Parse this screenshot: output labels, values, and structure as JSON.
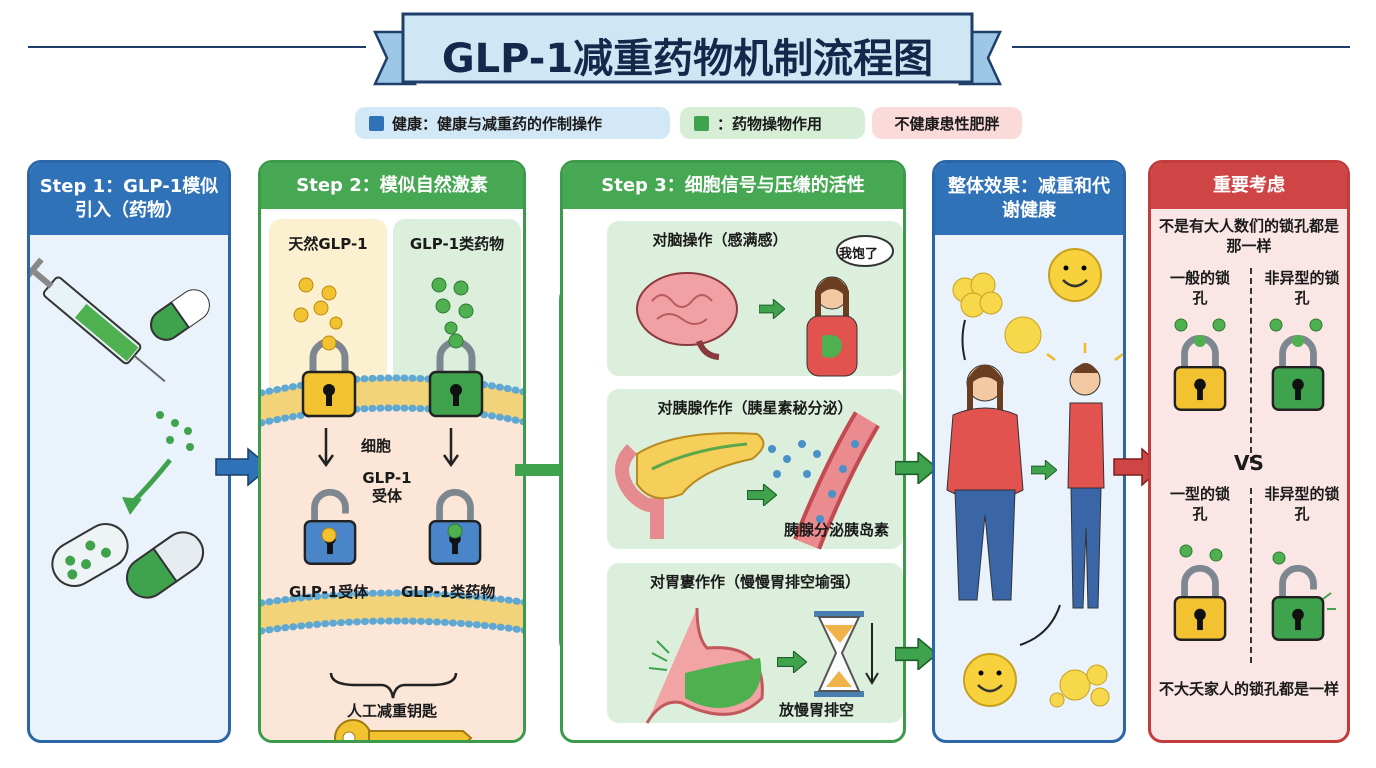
{
  "title": "GLP-1减重药物机制流程图",
  "legend": [
    {
      "label": "健康：健康与减重药的作制操作",
      "color": "#2f72b8"
    },
    {
      "label": "：药物操物作用",
      "color": "#3fa34d"
    },
    {
      "label": "不健康患性肥胖"
    }
  ],
  "step1": {
    "header": "Step 1：GLP-1模似引入（药物）"
  },
  "step2": {
    "header": "Step 2：模似自然激素",
    "natural": "天然GLP-1",
    "drug": "GLP-1类药物",
    "cell": "细胞",
    "receptor": "GLP-1受体",
    "receptor_label": "GLP-1受体",
    "drug_label": "GLP-1类药物",
    "key": "人工减重钥匙"
  },
  "step3": {
    "header": "Step 3：细胞信号与压缣的活性",
    "brain": {
      "title": "对脑操作（感满感）",
      "bubble": "我饱了"
    },
    "pancreas": {
      "title": "对胰腺作作（胰星素秘分泌）",
      "caption": "胰腺分泌胰岛素"
    },
    "stomach": {
      "title": "对胃寠作作（慢慢胃排空堬强）",
      "caption": "放慢胃排空"
    }
  },
  "effect": {
    "header": "整体效果：减重和代谢健康"
  },
  "considerations": {
    "header": "重要考虑",
    "intro": "不是有大人数们的锁孔都是那一样",
    "a1": "一般的锁孔",
    "b1": "非异型的锁孔",
    "vs": "VS",
    "a2": "一型的锁孔",
    "b2": "非异型的锁孔",
    "outro": "不大夭家人的锁孔都是一样"
  },
  "colors": {
    "blue": "#2f72b8",
    "green": "#46a853",
    "red": "#cf4545"
  }
}
